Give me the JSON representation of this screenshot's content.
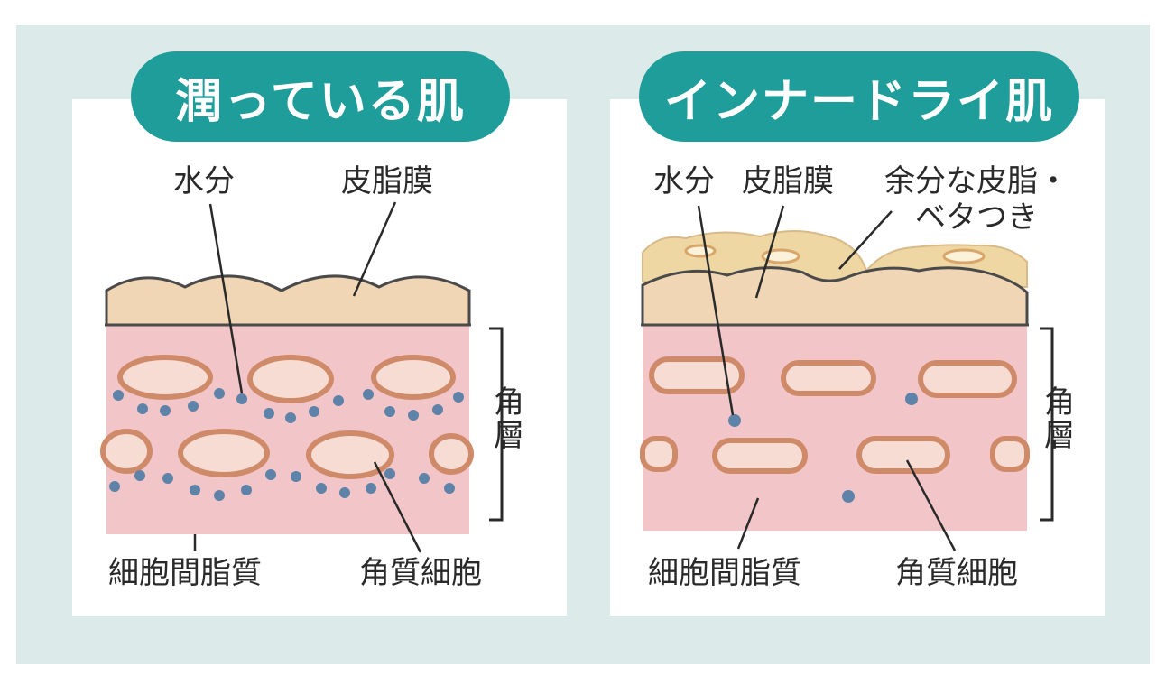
{
  "panels": {
    "left": {
      "title": "潤っている肌",
      "labels": {
        "water": "水分",
        "sebum_film": "皮脂膜",
        "stratum_corneum": "角層",
        "intercellular_lipid": "細胞間脂質",
        "corneocyte": "角質細胞"
      }
    },
    "right": {
      "title": "インナードライ肌",
      "labels": {
        "water": "水分",
        "sebum_film": "皮脂膜",
        "excess_sebum_line1": "余分な皮脂・",
        "excess_sebum_line2": "ベタつき",
        "stratum_corneum": "角層",
        "intercellular_lipid": "細胞間脂質",
        "corneocyte": "角質細胞"
      }
    }
  },
  "colors": {
    "background": "#dceaea",
    "title_pill": "#1f9d9b",
    "sebum": "#f0d6b4",
    "sebum_excess": "#efd7a3",
    "skin_layer": "#f2c6c9",
    "cell_outline": "#cf8a6a",
    "cell_fill": "#f6dcd3",
    "water_dot": "#5f83a8"
  }
}
